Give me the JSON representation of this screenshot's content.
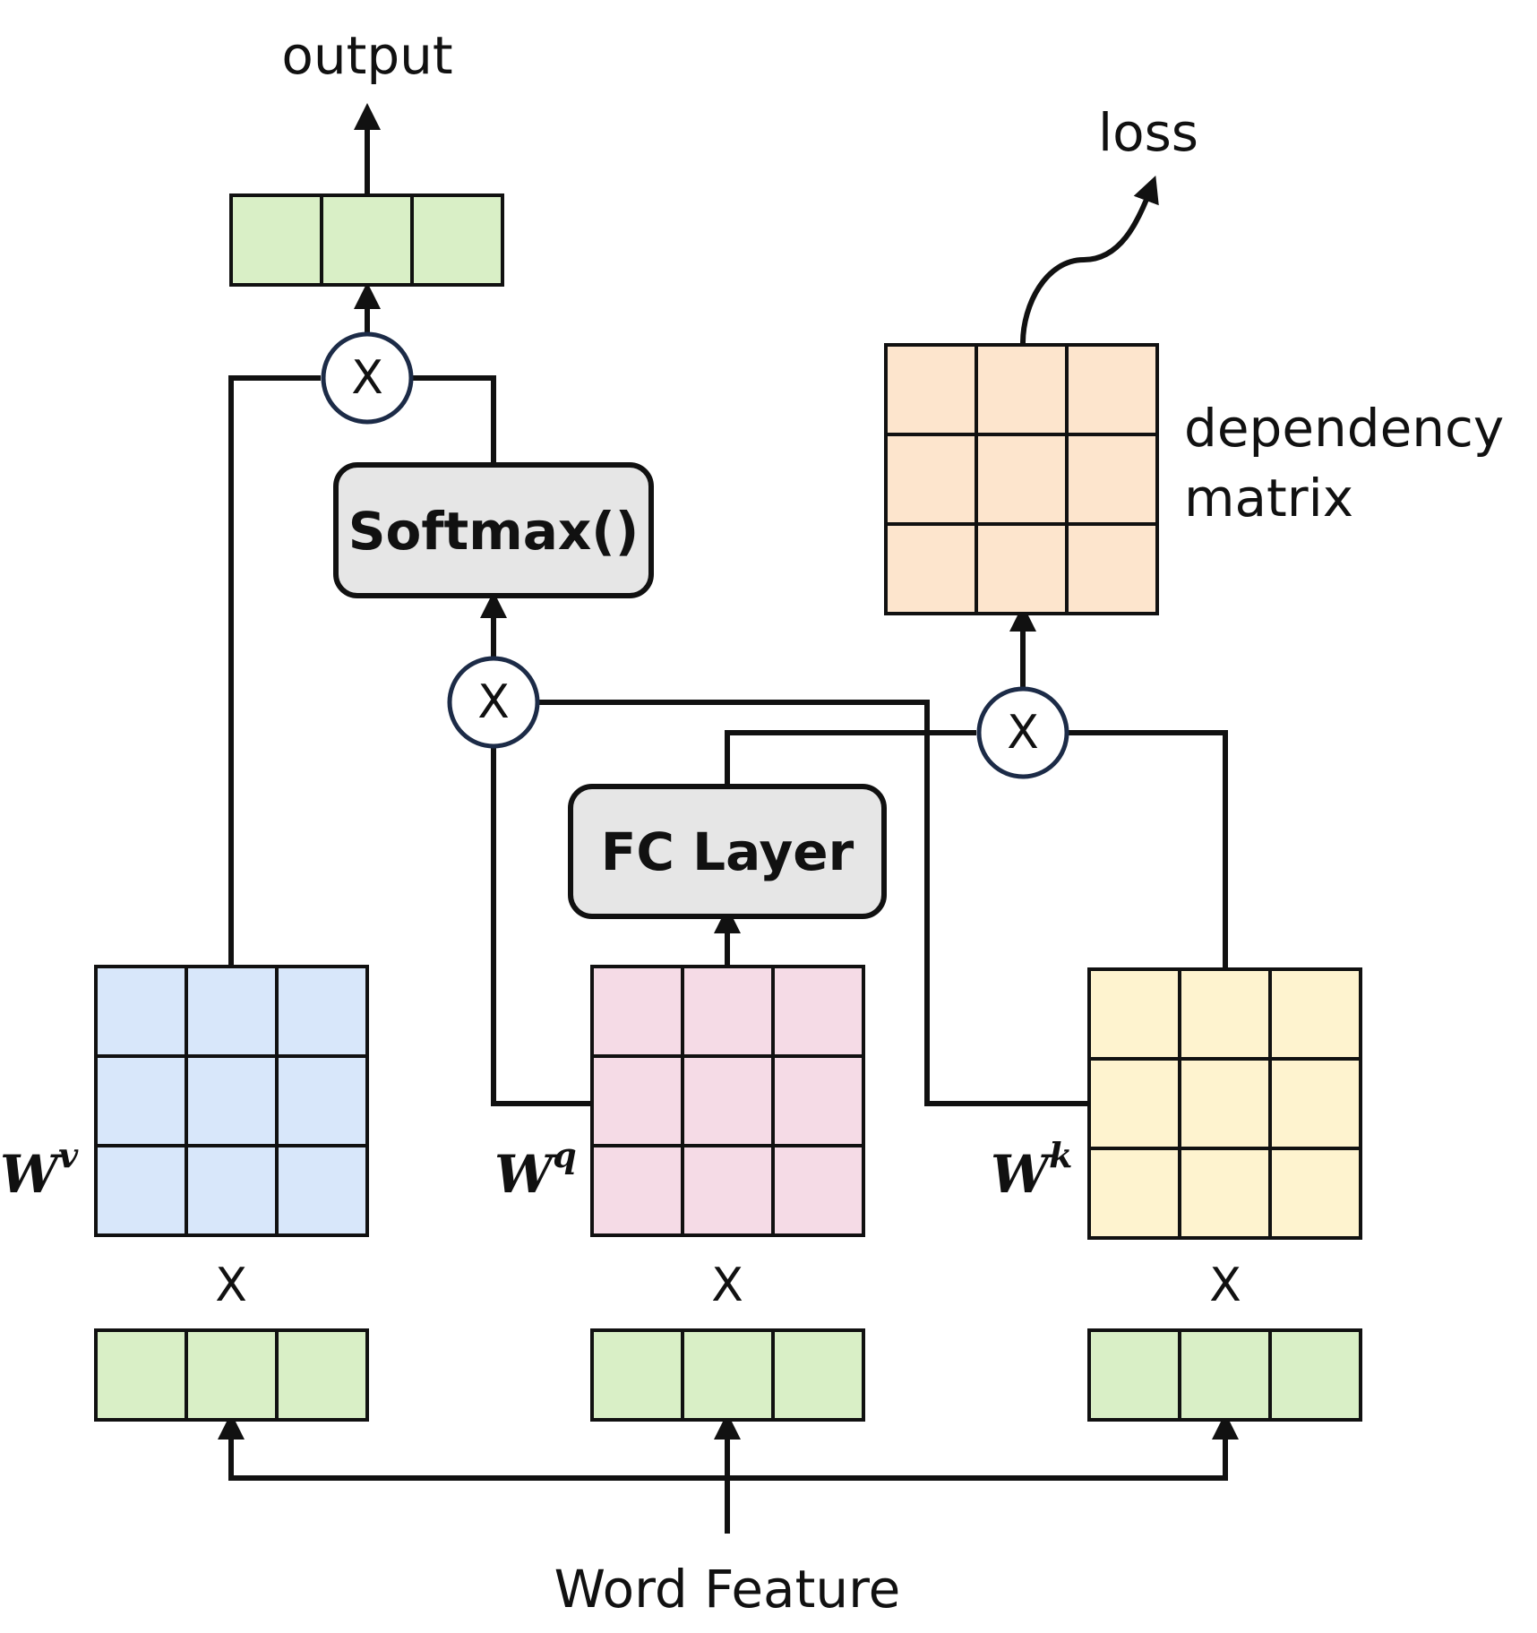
{
  "labels": {
    "output": "output",
    "loss": "loss",
    "dependency_line1": "dependency",
    "dependency_line2": "matrix",
    "softmax": "Softmax()",
    "fc_layer": "FC Layer",
    "word_feature": "Word Feature",
    "w_v_base": "W",
    "w_v_sup": "v",
    "w_q_base": "W",
    "w_q_sup": "q",
    "w_k_base": "W",
    "w_k_sup": "k",
    "mult_symbol": "X"
  },
  "colors": {
    "green": "#d9efc6",
    "blue": "#d8e7fa",
    "pink": "#f5dbe6",
    "yellow": "#fef3cf",
    "orange": "#fde5cd",
    "box_gray": "#e6e6e6",
    "circle_border": "#1c2b47",
    "line": "#111111"
  }
}
